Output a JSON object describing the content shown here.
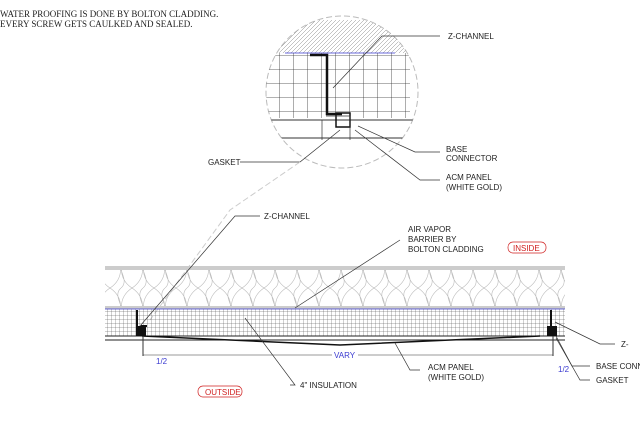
{
  "notes": [
    "WATER PROOFING IS DONE BY BOLTON CLADDING.",
    "EVERY SCREW GETS CAULKED AND SEALED."
  ],
  "detail": {
    "z_channel": "Z-CHANNEL",
    "gasket": "GASKET",
    "base_connector": [
      "BASE",
      "CONNECTOR"
    ],
    "acm_panel": [
      "ACM PANEL",
      "(WHITE GOLD)"
    ]
  },
  "section": {
    "z_channel_left": "Z-CHANNEL",
    "air_vapor": [
      "AIR VAPOR",
      "BARRIER BY",
      "BOLTON CLADDING"
    ],
    "inside": "INSIDE",
    "outside": "OUTSIDE",
    "vary": "VARY",
    "insulation": "4\" INSULATION",
    "acm_panel": [
      "ACM PANEL",
      "(WHITE GOLD)"
    ],
    "z_right": "Z-",
    "base_conn_right": "BASE CONN",
    "gasket_right": "GASKET",
    "half_left": "1/2",
    "half_right": "1/2"
  },
  "colors": {
    "dimension": "#3a3ad0",
    "tag": "#d02020"
  }
}
